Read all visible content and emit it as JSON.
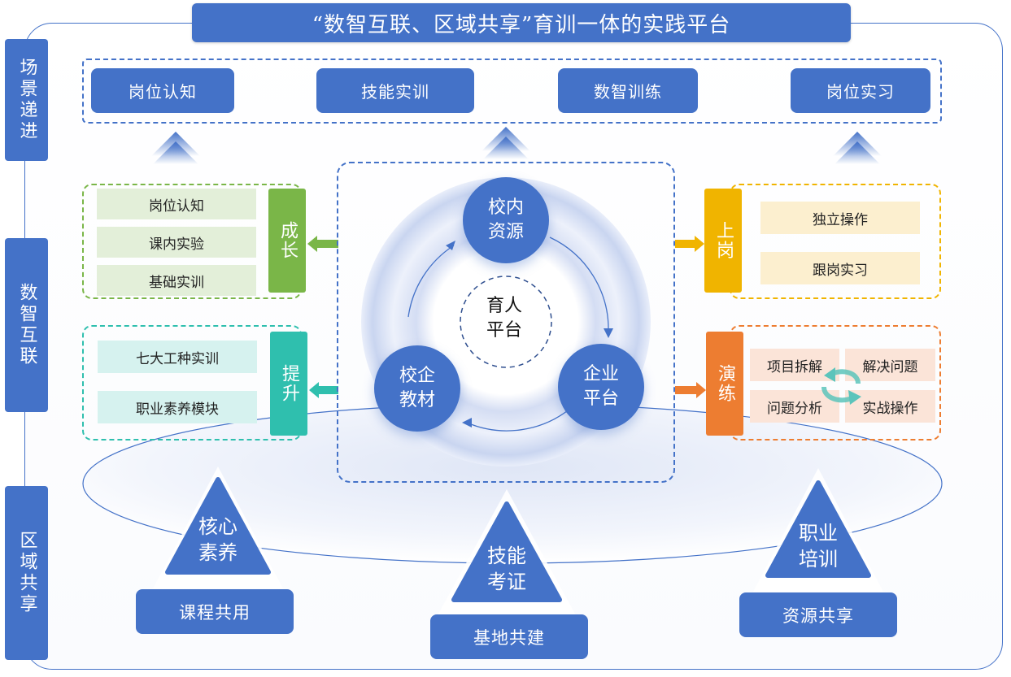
{
  "title": "“数智互联、区域共享”育训一体的实践平台",
  "side_tabs": [
    "场景递进",
    "数智互联",
    "区域共享"
  ],
  "scenes": [
    "岗位认知",
    "技能实训",
    "数智训练",
    "岗位实习"
  ],
  "left_groups": {
    "growth": {
      "tag": "成长",
      "items": [
        "岗位认知",
        "课内实验",
        "基础实训"
      ],
      "color": "#7ab648",
      "fill": "#e3efd9"
    },
    "improve": {
      "tag": "提升",
      "items": [
        "七大工种实训",
        "职业素养模块"
      ],
      "color": "#2fbfae",
      "fill": "#d6f2ef"
    }
  },
  "right_groups": {
    "onjob": {
      "tag": "上岗",
      "items": [
        "独立操作",
        "跟岗实习"
      ],
      "color": "#f0b400",
      "fill": "#fcefcf"
    },
    "drill": {
      "tag": "演练",
      "items": [
        "项目拆解",
        "解决问题",
        "问题分析",
        "实战操作"
      ],
      "color": "#ed7d31",
      "fill": "#fbe4d8"
    }
  },
  "center": {
    "core": "育人\n平台",
    "nodes": [
      "校内\n资源",
      "企业\n平台",
      "校企\n教材"
    ]
  },
  "pillars": [
    {
      "label": "核心\n素养",
      "button": "课程共用"
    },
    {
      "label": "技能\n考证",
      "button": "基地共建"
    },
    {
      "label": "职业\n培训",
      "button": "资源共享"
    }
  ],
  "colors": {
    "primary": "#4472c8"
  }
}
